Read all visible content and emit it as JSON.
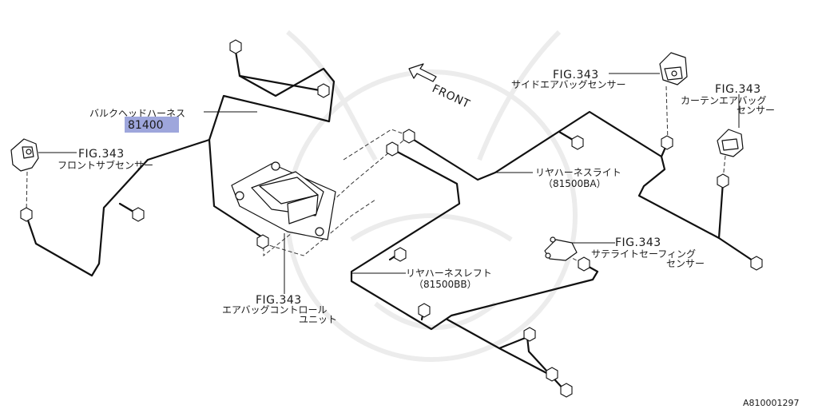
{
  "labels": {
    "bulkhead_harness": "バルクヘッドハーネス",
    "bulkhead_code": "81400",
    "front_sub_sensor_fig": "FIG.343",
    "front_sub_sensor": "フロントサブセンサー",
    "front_arrow": "FRONT",
    "side_airbag_fig": "FIG.343",
    "side_airbag_sensor": "サイドエアバッグセンサー",
    "curtain_fig": "FIG.343",
    "curtain_line1": "カーテンエアバッグ",
    "curtain_line2": "センサー",
    "rear_right_line1": "リヤハーネスライト",
    "rear_right_line2": "（81500BA）",
    "safing_fig": "FIG.343",
    "safing_line1": "サテライトセーフィング",
    "safing_line2": "センサー",
    "rear_left_line1": "リヤハーネスレフト",
    "rear_left_line2": "（81500BB）",
    "ecu_fig": "FIG.343",
    "ecu_line1": "エアバッグコントロール",
    "ecu_line2": "ユニット",
    "part_number": "A810001297"
  },
  "colors": {
    "highlight": "#9ea6dc",
    "line": "#111111",
    "watermark": "#ececec"
  }
}
